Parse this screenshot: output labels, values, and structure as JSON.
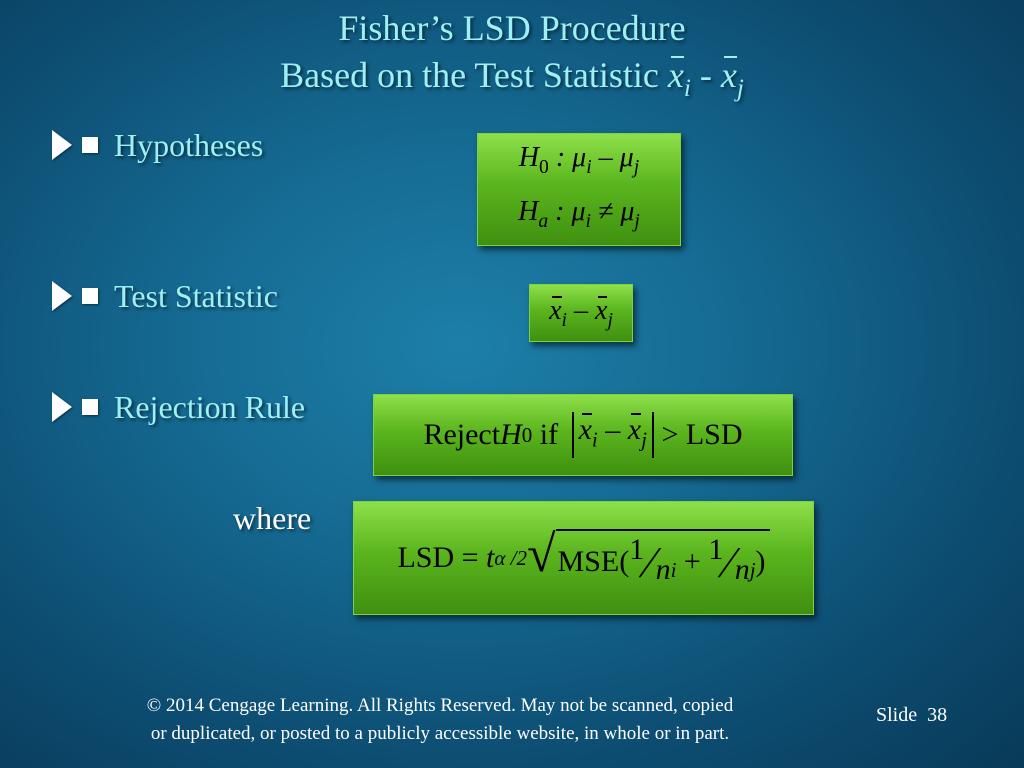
{
  "title": {
    "line1": "Fisher’s LSD Procedure",
    "line2_prefix": "Based on the Test Statistic ",
    "x": "x",
    "i": "i",
    "dash": " - ",
    "j": "j"
  },
  "bullets": [
    {
      "label": "Hypotheses"
    },
    {
      "label": "Test Statistic"
    },
    {
      "label": "Rejection Rule"
    }
  ],
  "where_label": "where",
  "hypotheses": {
    "h0_sym": "H",
    "h0_sub": "0",
    "h0_rest": " :  μ",
    "h0_i": "i",
    "h0_op": " – μ",
    "h0_j": "j",
    "ha_sym": "H",
    "ha_sub": "a",
    "ha_rest": " :  μ",
    "ha_i": "i",
    "ha_op": " ≠ μ",
    "ha_j": "j"
  },
  "test_statistic": {
    "x1": "x",
    "i": "i",
    "minus": " – ",
    "x2": "x",
    "j": "j"
  },
  "rejection": {
    "reject": "Reject ",
    "h": "H",
    "h_sub": "0",
    "if": " if ",
    "x1": "x",
    "i": "i",
    "minus": " – ",
    "x2": "x",
    "j": "j",
    "gt": " > LSD"
  },
  "lsd": {
    "lhs": "LSD = ",
    "t": "t",
    "t_sub": "α /2",
    "mse": "MSE(",
    "one1": "1",
    "n1": "n",
    "n1_sub": "i",
    "plus": " + ",
    "one2": "1",
    "n2": "n",
    "n2_sub": "j",
    "close": ")"
  },
  "footer": {
    "line1": "© 2014  Cengage Learning.  All Rights Reserved.  May not be scanned, copied",
    "line2": "or duplicated, or posted to a publicly accessible website, in whole or in part."
  },
  "slide": {
    "label": "Slide  ",
    "number": "38"
  }
}
